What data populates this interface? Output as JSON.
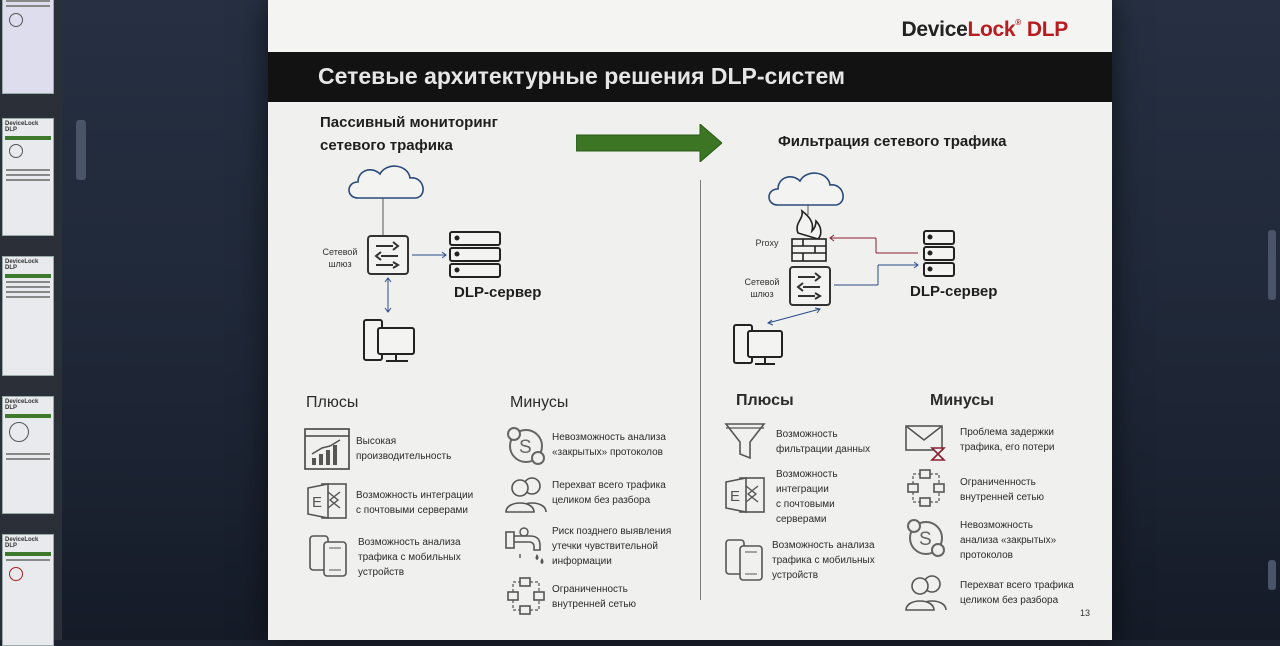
{
  "logo": {
    "device": "Device",
    "lock": "Lock",
    "reg": "®",
    "dlp": "DLP"
  },
  "slide_title": "Сетевые архитектурные решения DLP-систем",
  "left": {
    "heading_line1": "Пассивный мониторинг",
    "heading_line2": "сетевого трафика",
    "gateway_label_1": "Сетевой",
    "gateway_label_2": "шлюз",
    "server_label": "DLP-сервер",
    "pros_head": "Плюсы",
    "cons_head": "Минусы",
    "pros": [
      {
        "icon": "chart-icon",
        "l1": "Высокая",
        "l2": "производительность",
        "l3": "",
        "l4": ""
      },
      {
        "icon": "exchange-icon",
        "l1": "Возможность интеграции",
        "l2": "с почтовыми серверами",
        "l3": "",
        "l4": ""
      },
      {
        "icon": "mobile-icon",
        "l1": "Возможность анализа",
        "l2": "трафика с мобильных",
        "l3": "устройств",
        "l4": ""
      }
    ],
    "cons": [
      {
        "icon": "skype-icon",
        "l1": "Невозможность анализа",
        "l2": "«закрытых» протоколов",
        "l3": ""
      },
      {
        "icon": "users-icon",
        "l1": "Перехват всего трафика",
        "l2": "целиком без разбора",
        "l3": ""
      },
      {
        "icon": "leak-icon",
        "l1": "Риск позднего выявления",
        "l2": "утечки чувствительной",
        "l3": "информации"
      },
      {
        "icon": "network-icon",
        "l1": "Ограниченность",
        "l2": "внутренней сетью",
        "l3": ""
      }
    ]
  },
  "right": {
    "heading": "Фильтрация сетевого трафика",
    "proxy_label": "Proxy",
    "gateway_label_1": "Сетевой",
    "gateway_label_2": "шлюз",
    "server_label": "DLP-сервер",
    "pros_head": "Плюсы",
    "cons_head": "Минусы",
    "pros": [
      {
        "icon": "filter-icon",
        "l1": "Возможность",
        "l2": "фильтрации данных",
        "l3": "",
        "l4": ""
      },
      {
        "icon": "exchange-icon",
        "l1": "Возможность",
        "l2": "интеграции",
        "l3": "с почтовыми",
        "l4": "серверами"
      },
      {
        "icon": "mobile-icon",
        "l1": "Возможность анализа",
        "l2": "трафика с мобильных",
        "l3": "устройств",
        "l4": ""
      }
    ],
    "cons": [
      {
        "icon": "mail-hourglass-icon",
        "l1": "Проблема задержки",
        "l2": "трафика, его потери",
        "l3": ""
      },
      {
        "icon": "network-icon",
        "l1": "Ограниченность",
        "l2": "внутренней сетью",
        "l3": ""
      },
      {
        "icon": "skype-icon",
        "l1": "Невозможность",
        "l2": "анализа «закрытых»",
        "l3": "протоколов"
      },
      {
        "icon": "users-icon",
        "l1": "Перехват всего трафика",
        "l2": "целиком без разбора",
        "l3": ""
      }
    ]
  },
  "page_number": "13",
  "thumbnails": {
    "t2_logo": "DeviceLock DLP",
    "t3_logo": "DeviceLock DLP",
    "t4_logo": "DeviceLock DLP",
    "t5_logo": "DeviceLock DLP"
  },
  "colors": {
    "arrow": "#3c7524",
    "brand_red": "#b81c20",
    "title_bar": "#121212"
  }
}
